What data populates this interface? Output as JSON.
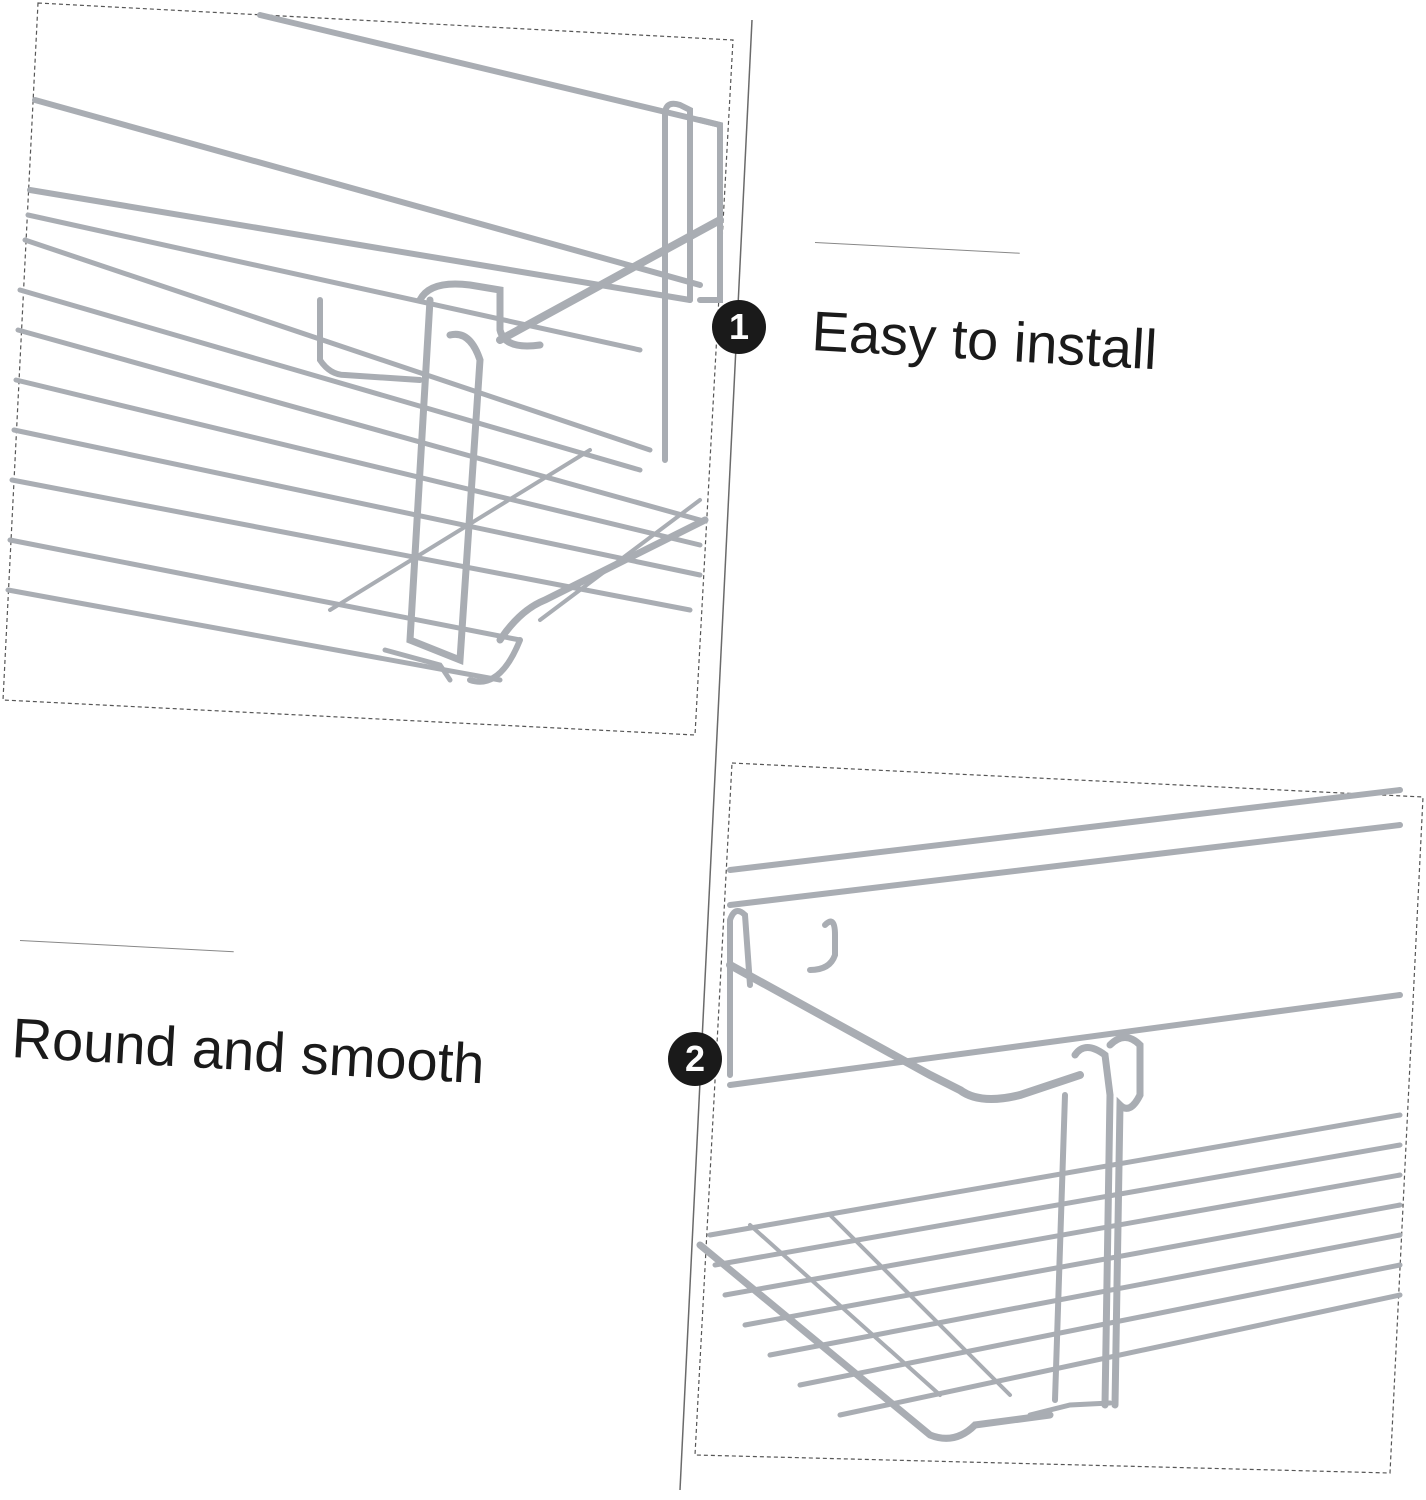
{
  "features": [
    {
      "number": "1",
      "label": "Easy to install",
      "image": "spice-rack-hook-closeup"
    },
    {
      "number": "2",
      "label": "Round and smooth",
      "image": "spice-rack-corner-closeup"
    }
  ],
  "colors": {
    "text": "#1a1a1a",
    "badge": "#1a1a1a",
    "wire": "#b8bcc2",
    "frame": "#555555"
  }
}
